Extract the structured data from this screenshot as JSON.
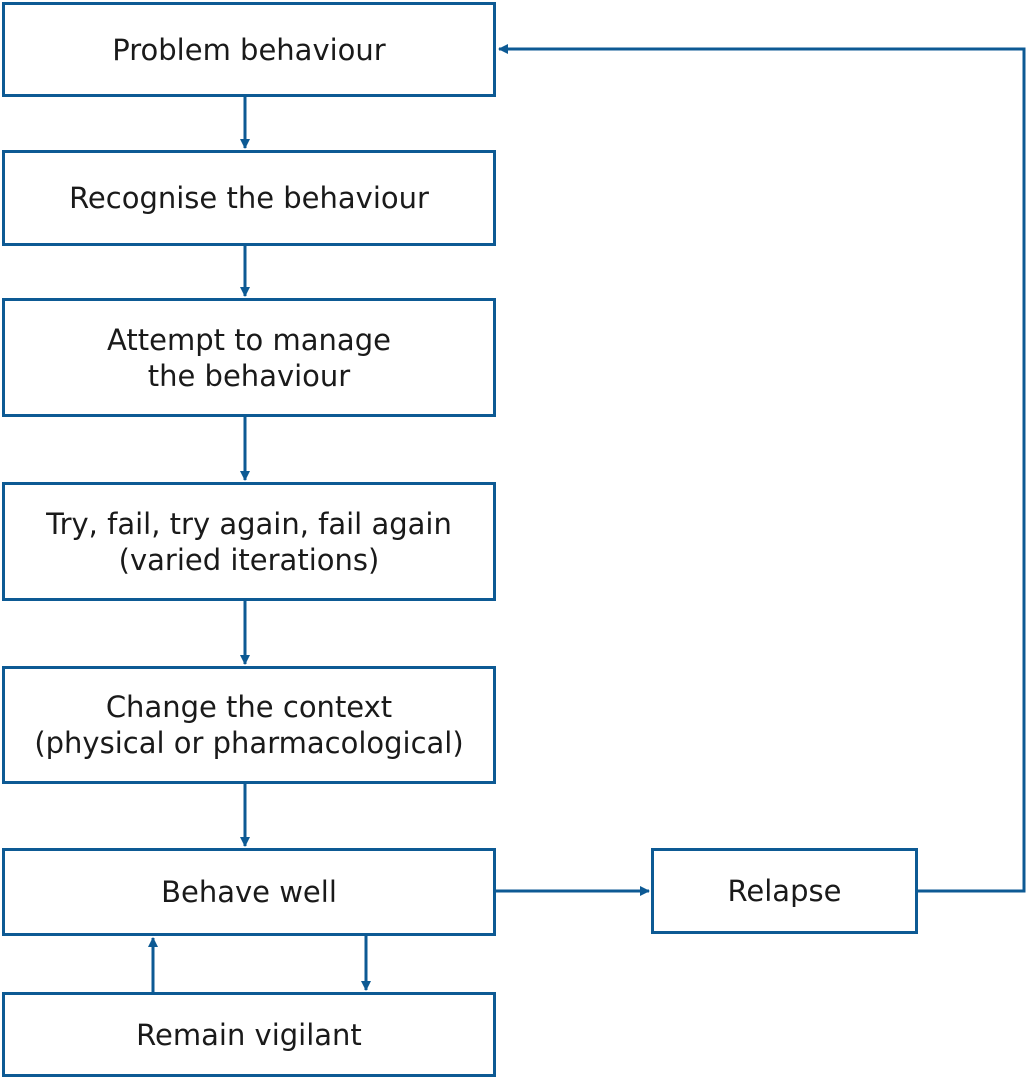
{
  "colors": {
    "stroke": "#0d5a94",
    "text": "#1a1a1a",
    "background": "#ffffff"
  },
  "nodes": {
    "problem_behaviour": {
      "lines": [
        "Problem behaviour"
      ]
    },
    "recognise": {
      "lines": [
        "Recognise the behaviour"
      ]
    },
    "attempt": {
      "lines": [
        "Attempt to manage",
        "the behaviour"
      ]
    },
    "try_fail": {
      "lines": [
        "Try, fail, try again, fail again",
        "(varied iterations)"
      ]
    },
    "change_context": {
      "lines": [
        "Change the context",
        "(physical or pharmacological)"
      ]
    },
    "behave_well": {
      "lines": [
        "Behave well"
      ]
    },
    "remain_vigilant": {
      "lines": [
        "Remain vigilant"
      ]
    },
    "relapse": {
      "lines": [
        "Relapse"
      ]
    }
  },
  "edges": [
    {
      "from": "problem_behaviour",
      "to": "recognise"
    },
    {
      "from": "recognise",
      "to": "attempt"
    },
    {
      "from": "attempt",
      "to": "try_fail"
    },
    {
      "from": "try_fail",
      "to": "change_context"
    },
    {
      "from": "change_context",
      "to": "behave_well"
    },
    {
      "from": "behave_well",
      "to": "remain_vigilant"
    },
    {
      "from": "remain_vigilant",
      "to": "behave_well"
    },
    {
      "from": "behave_well",
      "to": "relapse"
    },
    {
      "from": "relapse",
      "to": "problem_behaviour"
    }
  ]
}
